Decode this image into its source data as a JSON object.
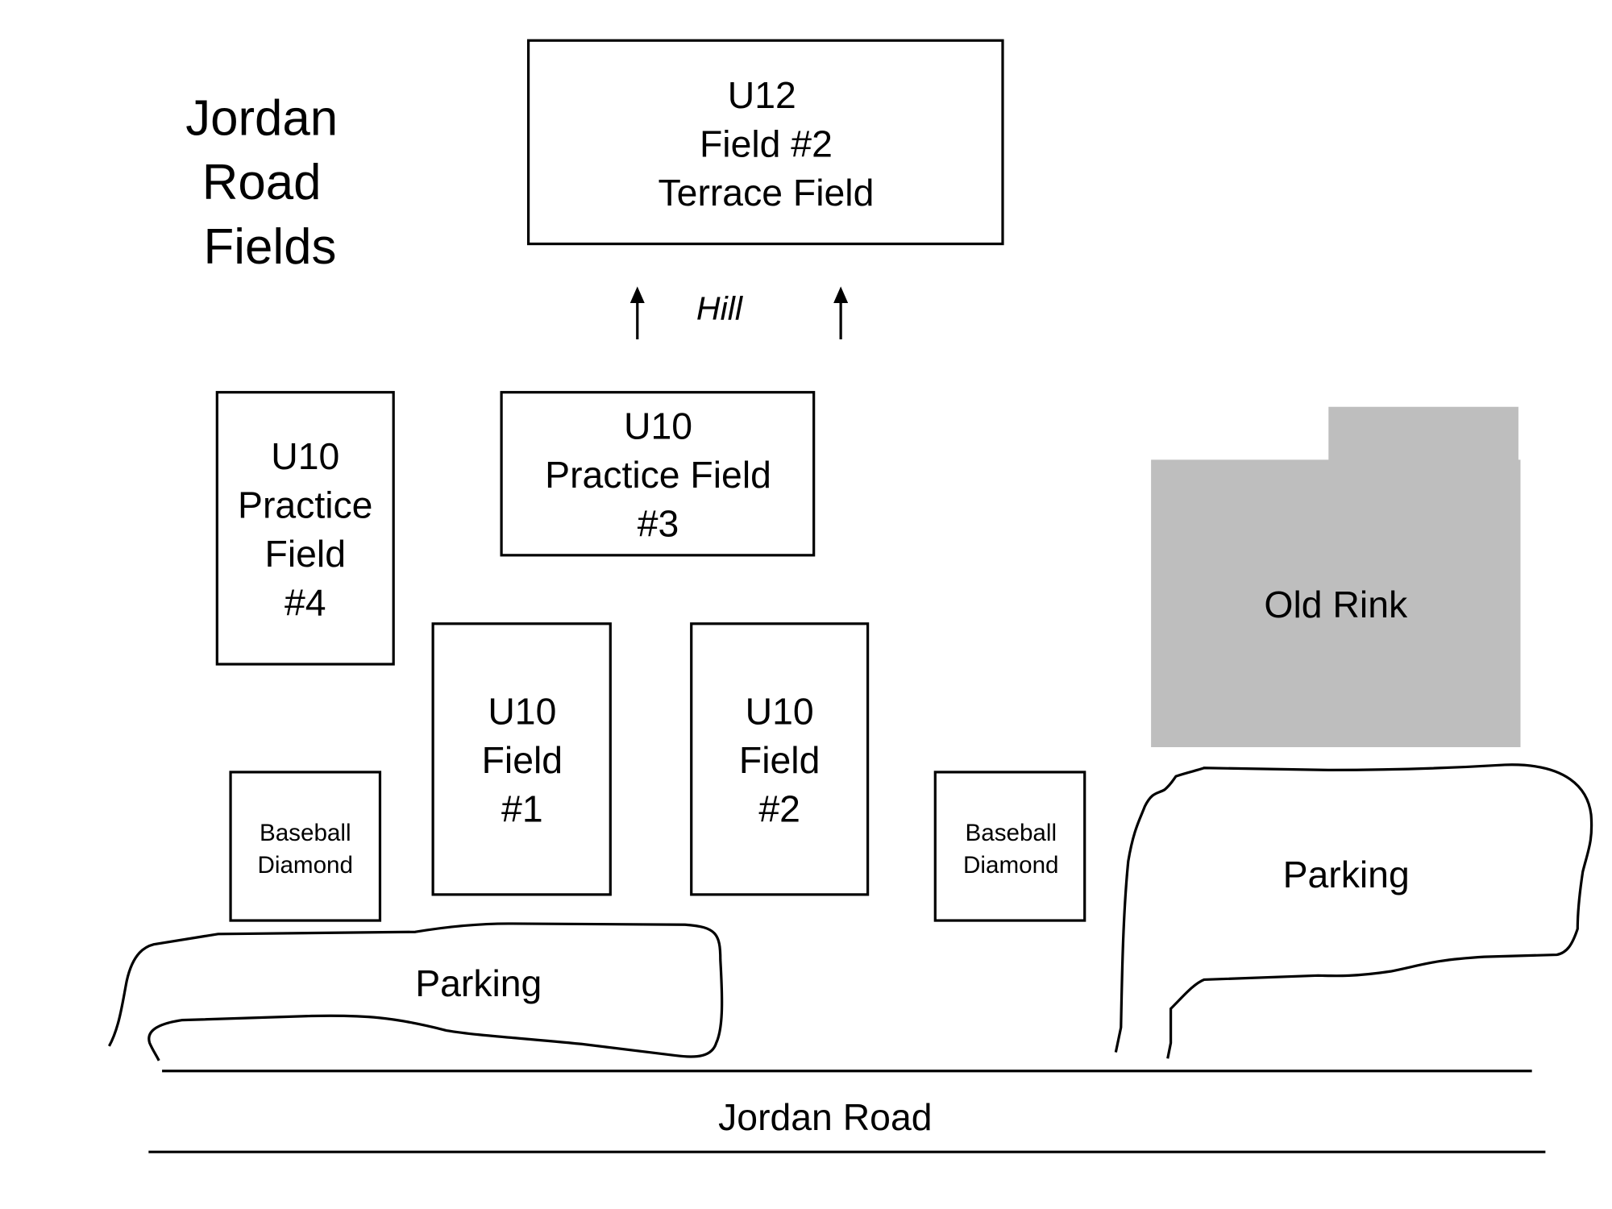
{
  "title": [
    "Jordan",
    "Road",
    "Fields"
  ],
  "colors": {
    "rink": "#bebebe",
    "stroke": "#000000"
  },
  "fields": {
    "u12": [
      "U12",
      "Field #2",
      "Terrace Field"
    ],
    "practice3": [
      "U10",
      "Practice Field",
      "#3"
    ],
    "practice4": [
      "U10",
      "Practice",
      "Field",
      "#4"
    ],
    "field1": [
      "U10",
      "Field",
      "#1"
    ],
    "field2": [
      "U10",
      "Field",
      "#2"
    ],
    "baseball_left": [
      "Baseball",
      "Diamond"
    ],
    "baseball_right": [
      "Baseball",
      "Diamond"
    ]
  },
  "hill_label": "Hill",
  "old_rink_label": "Old Rink",
  "parking_left_label": "Parking",
  "parking_right_label": "Parking",
  "road_label": "Jordan Road"
}
